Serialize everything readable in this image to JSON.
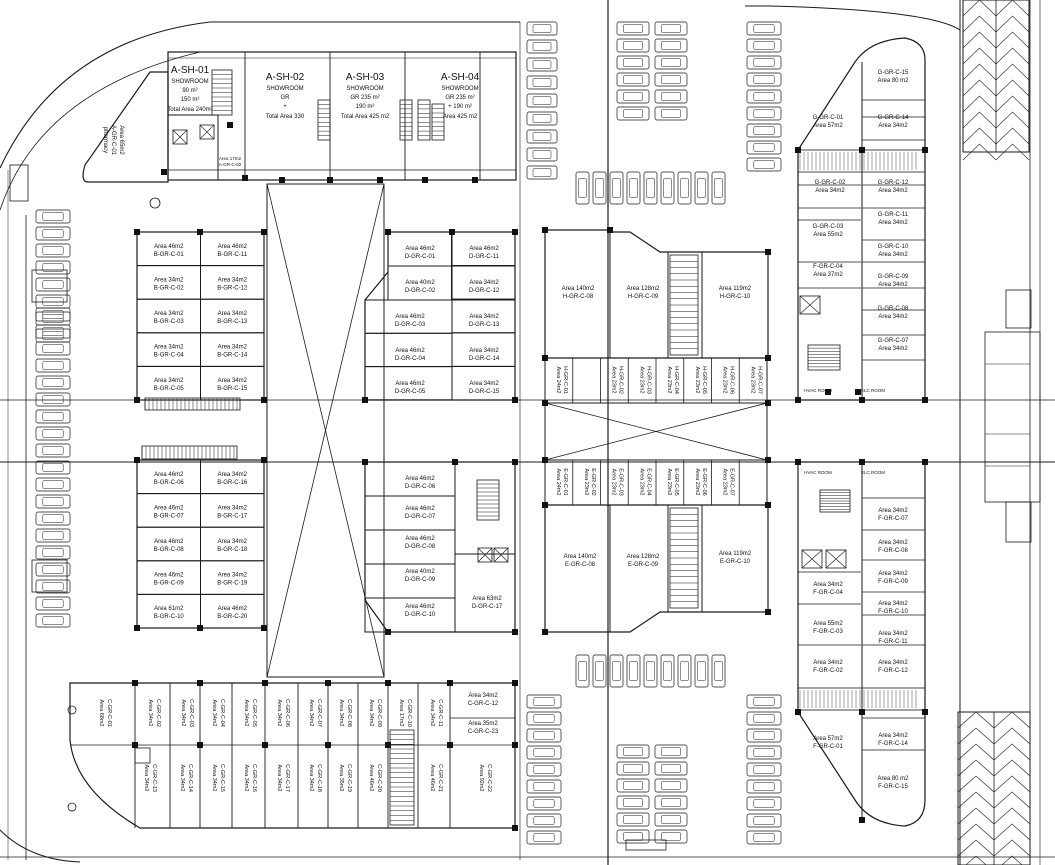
{
  "showrooms": [
    {
      "code": "A-SH-01",
      "type": "SHOWROOM",
      "area": "90 m²",
      "area2": "150 m²",
      "total": "Total Area 240m²"
    },
    {
      "code": "A-SH-02",
      "type": "SHOWROOM",
      "area": "GR",
      "area2": "+",
      "total": "Total Area 330"
    },
    {
      "code": "A-SH-03",
      "type": "SHOWROOM",
      "area": "GR 235 m²",
      "area2": "190 m²",
      "total": "Total Area 425 m2"
    },
    {
      "code": "A-SH-04",
      "type": "SHOWROOM",
      "area": "GR 235 m²",
      "area2": "+ 190 m²",
      "total": "Area 425 m2"
    }
  ],
  "pharmacy": {
    "area": "Area 65m2",
    "code": "A-GR-C-01",
    "use": "pharmacy"
  },
  "block_a_small": {
    "area": "Area 17m2",
    "code": "A-GR-C-02"
  },
  "block_b": [
    {
      "area": "Area 46m2",
      "code": "B-GR-C-01"
    },
    {
      "area": "Area 46m2",
      "code": "B-GR-C-11"
    },
    {
      "area": "Area 34m2",
      "code": "B-GR-C-02"
    },
    {
      "area": "Area 34m2",
      "code": "B-GR-C-12"
    },
    {
      "area": "Area 34m2",
      "code": "B-GR-C-03"
    },
    {
      "area": "Area 34m2",
      "code": "B-GR-C-13"
    },
    {
      "area": "Area 34m2",
      "code": "B-GR-C-04"
    },
    {
      "area": "Area 34m2",
      "code": "B-GR-C-14"
    },
    {
      "area": "Area 34m2",
      "code": "B-GR-C-05"
    },
    {
      "area": "Area 34m2",
      "code": "B-GR-C-15"
    },
    {
      "area": "Area 46m2",
      "code": "B-GR-C-06"
    },
    {
      "area": "Area 34m2",
      "code": "B-GR-C-16"
    },
    {
      "area": "Area 46m2",
      "code": "B-GR-C-07"
    },
    {
      "area": "Area 34m2",
      "code": "B-GR-C-17"
    },
    {
      "area": "Area 46m2",
      "code": "B-GR-C-08"
    },
    {
      "area": "Area 34m2",
      "code": "B-GR-C-18"
    },
    {
      "area": "Area 46m2",
      "code": "B-GR-C-09"
    },
    {
      "area": "Area 34m2",
      "code": "B-GR-C-19"
    },
    {
      "area": "Area 61m2",
      "code": "B-GR-C-10"
    },
    {
      "area": "Area 46m2",
      "code": "B-GR-C-20"
    }
  ],
  "block_d": [
    {
      "area": "Area 46m2",
      "code": "D-GR-C-01"
    },
    {
      "area": "Area 46m2",
      "code": "D-GR-C-11"
    },
    {
      "area": "Area 40m2",
      "code": "D-GR-C-02"
    },
    {
      "area": "Area 34m2",
      "code": "D-GR-C-12"
    },
    {
      "area": "Area 46m2",
      "code": "D-GR-C-03"
    },
    {
      "area": "Area 34m2",
      "code": "D-GR-C-13"
    },
    {
      "area": "Area 46m2",
      "code": "D-GR-C-04"
    },
    {
      "area": "Area 34m2",
      "code": "D-GR-C-14"
    },
    {
      "area": "Area 46m2",
      "code": "D-GR-C-05"
    },
    {
      "area": "Area 34m2",
      "code": "D-GR-C-15"
    },
    {
      "area": "Area 46m2",
      "code": "D-GR-C-06"
    },
    {
      "area": "Area 46m2",
      "code": "D-GR-C-07"
    },
    {
      "area": "Area 46m2",
      "code": "D-GR-C-08"
    },
    {
      "area": "Area 40m2",
      "code": "D-GR-C-09"
    },
    {
      "area": "Area 46m2",
      "code": "D-GR-C-10"
    },
    {
      "area": "Area 63m2",
      "code": "D-GR-C-17"
    }
  ],
  "block_h": [
    {
      "area": "Area 140m2",
      "code": "H-GR-C-08"
    },
    {
      "area": "Area 128m2",
      "code": "H-GR-C-09"
    },
    {
      "area": "Area 119m2",
      "code": "H-GR-C-10"
    }
  ],
  "block_h_small": [
    {
      "area": "Area 24m2",
      "code": "H-GR-C-01"
    },
    {
      "area": "Area 23m2",
      "code": "H-GR-C-02"
    },
    {
      "area": "Area 23m2",
      "code": "H-GR-C-03"
    },
    {
      "area": "Area 23m2",
      "code": "H-GR-C-04"
    },
    {
      "area": "Area 23m2",
      "code": "H-GR-C-05"
    },
    {
      "area": "Area 23m2",
      "code": "H-GR-C-06"
    },
    {
      "area": "Area 23m2",
      "code": "H-GR-C-07"
    }
  ],
  "block_e": [
    {
      "area": "Area 140m2",
      "code": "E-GR-C-08"
    },
    {
      "area": "Area 128m2",
      "code": "E-GR-C-09"
    },
    {
      "area": "Area 119m2",
      "code": "E-GR-C-10"
    }
  ],
  "block_e_small": [
    {
      "area": "Area 24m2",
      "code": "E-GR-C-01"
    },
    {
      "area": "Area 23m2",
      "code": "E-GR-C-02"
    },
    {
      "area": "Area 23m2",
      "code": "E-GR-C-03"
    },
    {
      "area": "Area 23m2",
      "code": "E-GR-C-04"
    },
    {
      "area": "Area 23m2",
      "code": "E-GR-C-05"
    },
    {
      "area": "Area 23m2",
      "code": "E-GR-C-06"
    },
    {
      "area": "Area 23m2",
      "code": "E-GR-C-07"
    }
  ],
  "block_g": [
    {
      "area": "Area 80 m2",
      "code": "G-GR-C-15"
    },
    {
      "area": "Area 57m2",
      "code": "G-GR-C-01"
    },
    {
      "area": "Area 34m2",
      "code": "G-GR-C-14"
    },
    {
      "area": "Area 34m2",
      "code": "G-GR-C-02"
    },
    {
      "area": "Area 34m2",
      "code": "G-GR-C-12"
    },
    {
      "area": "Area 34m2",
      "code": "G-GR-C-11"
    },
    {
      "area": "Area 55m2",
      "code": "G-GR-C-03"
    },
    {
      "area": "Area 34m2",
      "code": "G-GR-C-10"
    },
    {
      "area": "Area 37m2",
      "code": "F-GR-C-04"
    },
    {
      "area": "Area 34m2",
      "code": "G-GR-C-09"
    },
    {
      "area": "Area 34m2",
      "code": "G-GR-C-08"
    },
    {
      "area": "Area 34m2",
      "code": "G-GR-C-07"
    }
  ],
  "block_f": [
    {
      "area": "Area 34m2",
      "code": "F-GR-C-07"
    },
    {
      "area": "Area 34m2",
      "code": "F-GR-C-08"
    },
    {
      "area": "Area 34m2",
      "code": "F-GR-C-04"
    },
    {
      "area": "Area 34m2",
      "code": "F-GR-C-09"
    },
    {
      "area": "Area 34m2",
      "code": "F-GR-C-10"
    },
    {
      "area": "Area 55m2",
      "code": "F-GR-C-03"
    },
    {
      "area": "Area 34m2",
      "code": "F-GR-C-11"
    },
    {
      "area": "Area 34m2",
      "code": "F-GR-C-02"
    },
    {
      "area": "Area 34m2",
      "code": "F-GR-C-12"
    },
    {
      "area": "Area 57m2",
      "code": "F-GR-C-01"
    },
    {
      "area": "Area 34m2",
      "code": "F-GR-C-14"
    },
    {
      "area": "Area 80 m2",
      "code": "F-GR-C-15"
    }
  ],
  "block_c": [
    {
      "area": "Area 68m2",
      "code": "C-GR-C-01"
    },
    {
      "area": "Area 34m2",
      "code": "C-GR-C-02"
    },
    {
      "area": "Area 34m2",
      "code": "C-GR-C-03"
    },
    {
      "area": "Area 34m2",
      "code": "C-GR-C-04"
    },
    {
      "area": "Area 34m2",
      "code": "C-GR-C-05"
    },
    {
      "area": "Area 34m2",
      "code": "C-GR-C-06"
    },
    {
      "area": "Area 34m2",
      "code": "C-GR-C-07"
    },
    {
      "area": "Area 34m2",
      "code": "C-GR-C-08"
    },
    {
      "area": "Area 34m2",
      "code": "C-GR-C-09"
    },
    {
      "area": "Area 17m2",
      "code": "C-GR-C-10"
    },
    {
      "area": "Area 34m2",
      "code": "C-GR-C-11"
    },
    {
      "area": "Area 34m2",
      "code": "C-GR-C-12"
    },
    {
      "area": "Area 35m2",
      "code": "C-GR-C-23"
    },
    {
      "area": "Area 34m2",
      "code": "C-GR-C-13"
    },
    {
      "area": "Area 34m2",
      "code": "C-GR-C-14"
    },
    {
      "area": "Area 34m2",
      "code": "C-GR-C-15"
    },
    {
      "area": "Area 34m2",
      "code": "C-GR-C-16"
    },
    {
      "area": "Area 34m2",
      "code": "C-GR-C-17"
    },
    {
      "area": "Area 34m2",
      "code": "C-GR-C-18"
    },
    {
      "area": "Area 35m2",
      "code": "C-GR-C-19"
    },
    {
      "area": "Area 46m2",
      "code": "C-GR-C-20"
    },
    {
      "area": "Area 46m2",
      "code": "C-GR-C-21"
    },
    {
      "area": "Area 92m2",
      "code": "C-GR-C-22"
    }
  ],
  "service_rooms": {
    "elec": "ELC ROOM",
    "hvac": "HVAC ROOM"
  }
}
